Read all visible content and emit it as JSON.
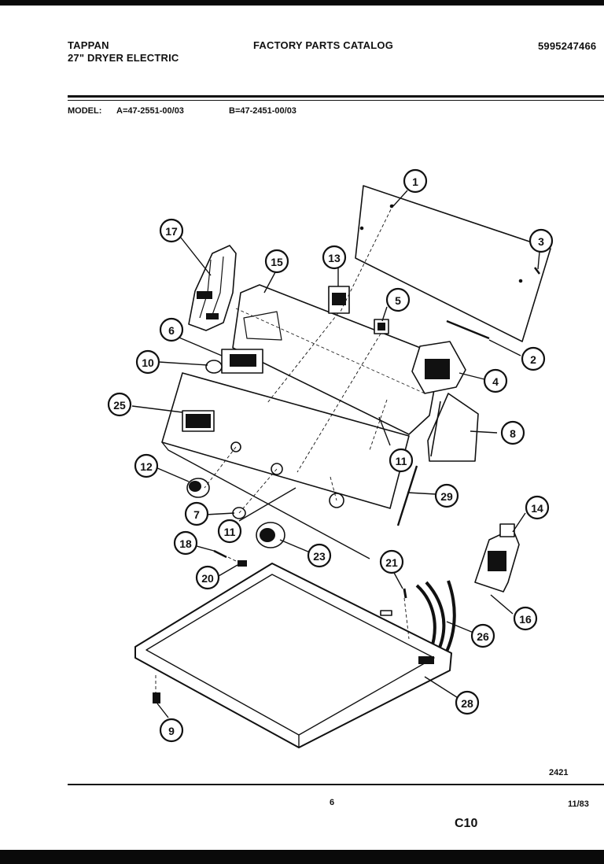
{
  "header": {
    "brand": "TAPPAN",
    "product": "27\" DRYER ELECTRIC",
    "catalog": "FACTORY PARTS CATALOG",
    "part_number": "5995247466"
  },
  "model_line": {
    "label": "MODEL:",
    "model_a": "A=47-2551-00/03",
    "model_b": "B=47-2451-00/03"
  },
  "callouts": [
    "1",
    "2",
    "3",
    "4",
    "5",
    "6",
    "7",
    "8",
    "9",
    "10",
    "11",
    "11",
    "12",
    "13",
    "14",
    "15",
    "16",
    "17",
    "18",
    "20",
    "21",
    "23",
    "25",
    "26",
    "28",
    "29"
  ],
  "footer": {
    "figure_code": "2421",
    "page_number": "6",
    "date": "11/83",
    "section": "C10"
  }
}
